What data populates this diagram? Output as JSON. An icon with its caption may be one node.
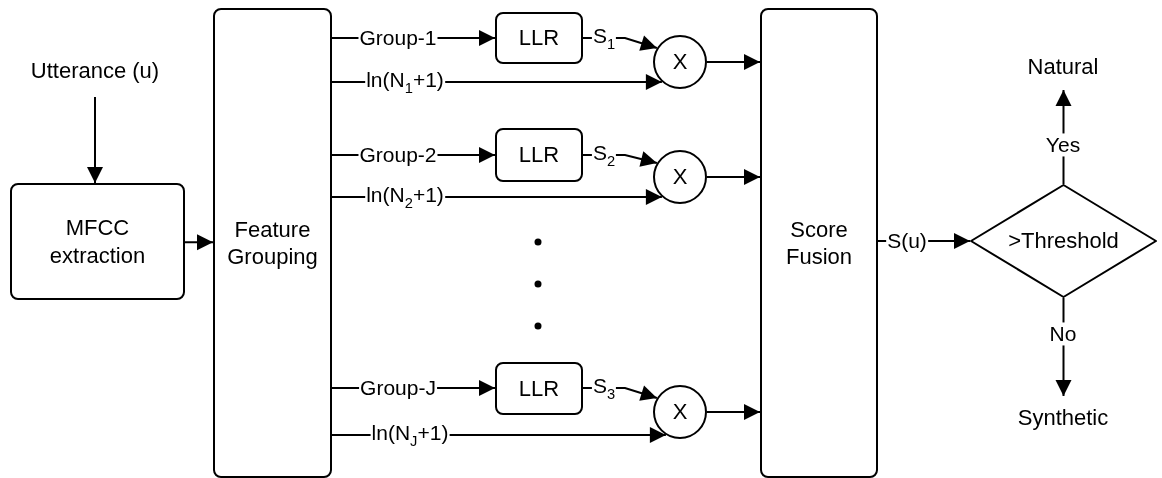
{
  "diagram": {
    "nodes": [
      {
        "text": [
          "Utterance (u)"
        ]
      },
      {
        "text": [
          "MFCC extraction"
        ]
      },
      {
        "text": [
          "Feature Grouping"
        ]
      },
      {
        "text": [
          "LLR"
        ]
      },
      {
        "text": [
          "X"
        ]
      },
      {
        "text": [
          "LLR"
        ]
      },
      {
        "text": [
          "X"
        ]
      },
      {
        "text": [
          "LLR"
        ]
      },
      {
        "text": [
          "X"
        ]
      },
      {
        "text": [
          "Score Fusion"
        ]
      },
      {
        "text": [
          ">Threshold"
        ]
      },
      {
        "text": [
          "Natural"
        ]
      },
      {
        "text": [
          "Synthetic"
        ]
      }
    ],
    "edges": [
      {
        "from": 0,
        "to": 1,
        "arrow": "to"
      },
      {
        "from": 1,
        "to": 2,
        "arrow": "to"
      },
      {
        "from": 2,
        "to": 3,
        "arrow": "to",
        "label": "Group-1"
      },
      {
        "from": 3,
        "to": 4,
        "arrow": "to",
        "label": "S$_{1}$"
      },
      {
        "from": 2,
        "to": 4,
        "arrow": "to",
        "label": "ln(N$_{1}$+1)"
      },
      {
        "from": 4,
        "to": 9,
        "arrow": "to"
      },
      {
        "from": 2,
        "to": 5,
        "arrow": "to",
        "label": "Group-2"
      },
      {
        "from": 5,
        "to": 6,
        "arrow": "to",
        "label": "S$_{2}$"
      },
      {
        "from": 2,
        "to": 6,
        "arrow": "to",
        "label": "ln(N$_{2}$+1)"
      },
      {
        "from": 6,
        "to": 9,
        "arrow": "to"
      },
      {
        "from": 2,
        "to": 7,
        "arrow": "to",
        "label": "Group-J"
      },
      {
        "from": 7,
        "to": 8,
        "arrow": "to",
        "label": "S$_{3}$"
      },
      {
        "from": 2,
        "to": 8,
        "arrow": "to",
        "label": "ln(N$_{J}$+1)"
      },
      {
        "from": 8,
        "to": 9,
        "arrow": "to"
      },
      {
        "from": 9,
        "to": 10,
        "arrow": "to",
        "label": "S(u)"
      },
      {
        "from": 10,
        "to": 11,
        "arrow": "to",
        "label": "Yes"
      },
      {
        "from": 10,
        "to": 12,
        "arrow": "to",
        "label": "No"
      }
    ]
  }
}
